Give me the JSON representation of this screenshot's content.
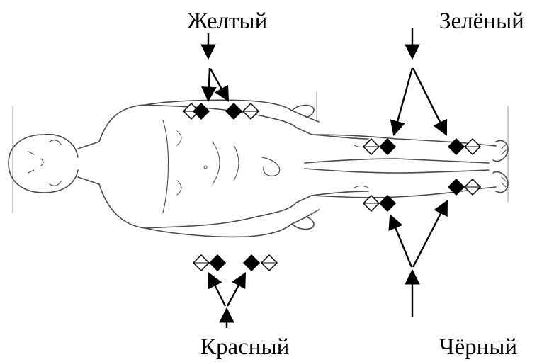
{
  "labels": {
    "yellow": "Желтый",
    "green": "Зелёный",
    "red": "Красный",
    "black": "Чёрный"
  },
  "colors": {
    "ink": "#000000",
    "figure_line": "#4a4a4a",
    "figure_faint": "#9a9a9a"
  },
  "figure": {
    "description_icon": "supine-human-body-outline"
  },
  "electrode_marker": {
    "icon": "electrode-diamond-pair-icon"
  }
}
